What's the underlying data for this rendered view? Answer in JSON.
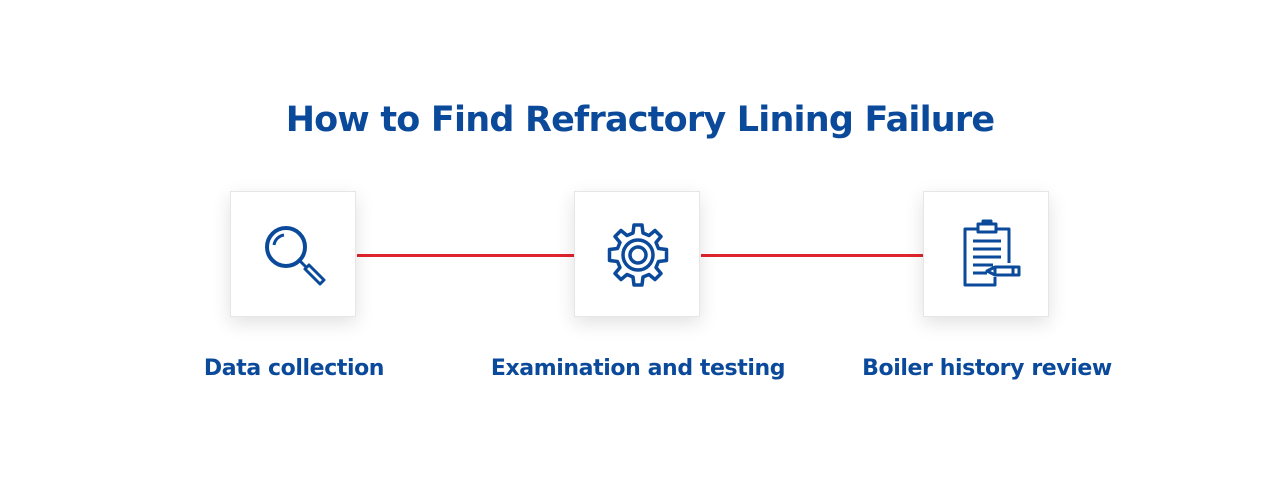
{
  "title": "How to Find Refractory Lining Failure",
  "colors": {
    "primary": "#0b4a9b",
    "connector": "#e0242b"
  },
  "steps": [
    {
      "label": "Data collection",
      "icon": "magnifier-icon"
    },
    {
      "label": "Examination and testing",
      "icon": "gear-icon"
    },
    {
      "label": "Boiler history review",
      "icon": "clipboard-pen-icon"
    }
  ]
}
